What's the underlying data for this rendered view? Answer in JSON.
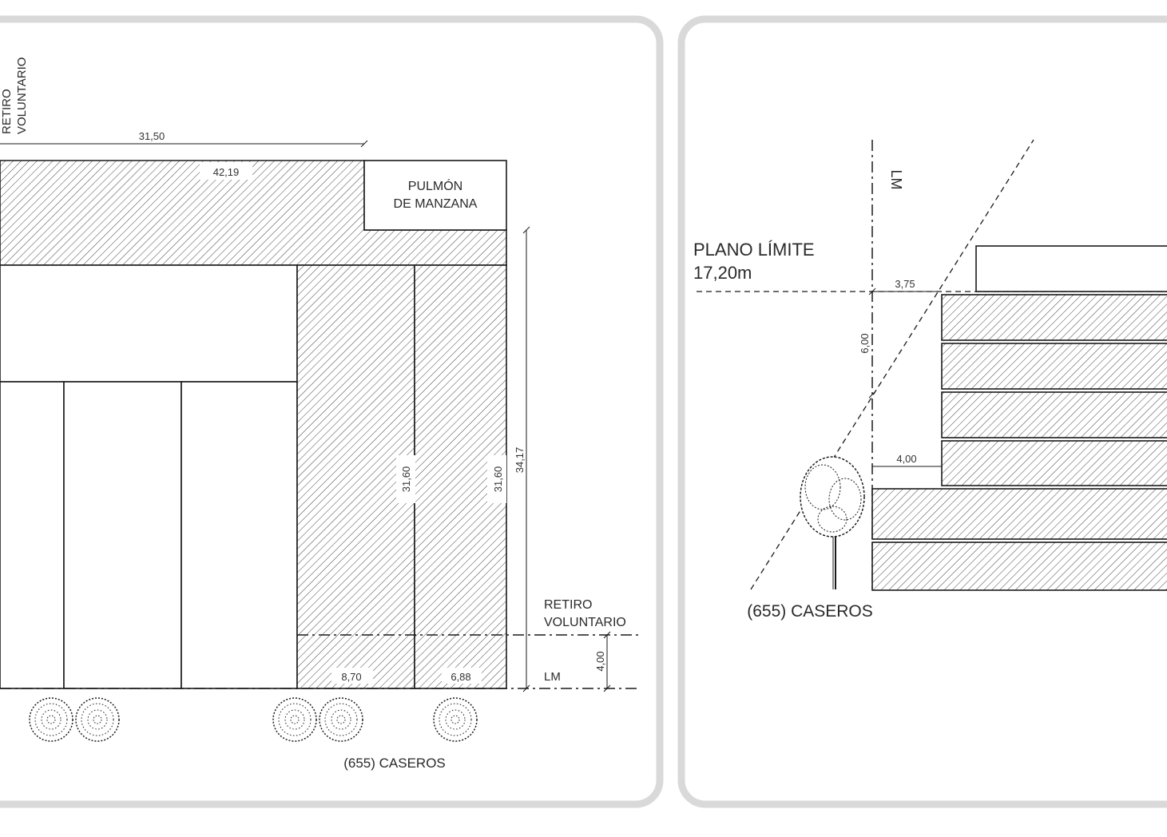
{
  "left_plan": {
    "retiro_top": [
      "RETIRO",
      "VOLUNTARIO"
    ],
    "dim_top": "31,50",
    "dim_hatched_top": "42,19",
    "pulmon": [
      "PULMÓN",
      "DE MANZANA"
    ],
    "dim_col1": "31,60",
    "dim_col2": "31,60",
    "dim_right": "34,17",
    "retiro_right": [
      "RETIRO",
      "VOLUNTARIO"
    ],
    "dim_retiro": "4,00",
    "lm": "LM",
    "dim_bottom1": "8,70",
    "dim_bottom2": "6,88",
    "street": "(655)  CASEROS"
  },
  "right_section": {
    "lm": "LM",
    "plano_limite": [
      "PLANO LÍMITE",
      "17,20m"
    ],
    "dim_setback_top": "3,75",
    "dim_height": "6,00",
    "dim_setback_low": "4,00",
    "street": "(655)  CASEROS"
  },
  "colors": {
    "panel_border": "#d9d9d9",
    "line": "#1a1a1a"
  }
}
